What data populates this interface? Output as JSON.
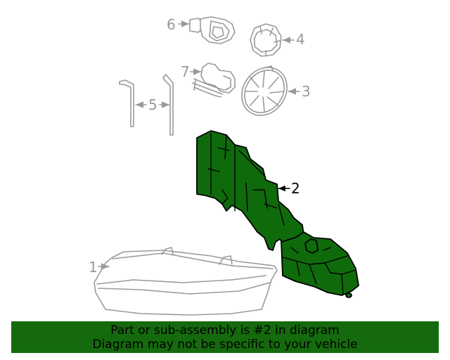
{
  "diagram": {
    "highlight_color": "#146a0c",
    "callouts": [
      {
        "id": "1",
        "label": "1",
        "part": "headlamp-assembly"
      },
      {
        "id": "2",
        "label": "2",
        "part": "mounting-bracket",
        "highlighted": true
      },
      {
        "id": "3",
        "label": "3",
        "part": "dust-cover"
      },
      {
        "id": "4",
        "label": "4",
        "part": "retainer-ring"
      },
      {
        "id": "5",
        "label": "5",
        "part": "rods"
      },
      {
        "id": "6",
        "label": "6",
        "part": "bulb"
      },
      {
        "id": "7",
        "label": "7",
        "part": "socket-and-wire"
      }
    ]
  },
  "banner": {
    "line1": "Part or sub-assembly is #2 in diagram",
    "line2": "Diagram may not be specific to your vehicle",
    "background": "#146a0c"
  }
}
